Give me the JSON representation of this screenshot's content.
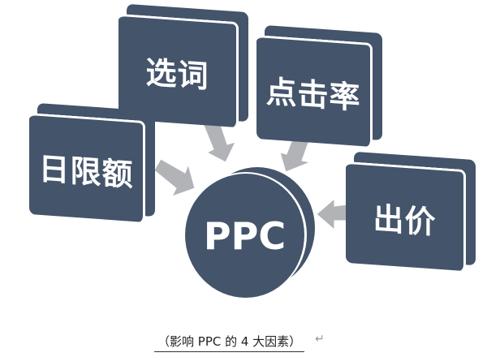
{
  "diagram": {
    "title": "影响 PPC 的 4 大因素",
    "center": {
      "label": "PPC"
    },
    "factors": [
      {
        "label": "选词"
      },
      {
        "label": "点击率"
      },
      {
        "label": "日限额"
      },
      {
        "label": "出价"
      }
    ],
    "colors": {
      "box": "#44546a",
      "arrow": "#b1b3b6",
      "text": "#ffffff"
    }
  },
  "caption": {
    "text": "（影响 PPC 的 4 大因素）",
    "return_mark": "↵"
  }
}
